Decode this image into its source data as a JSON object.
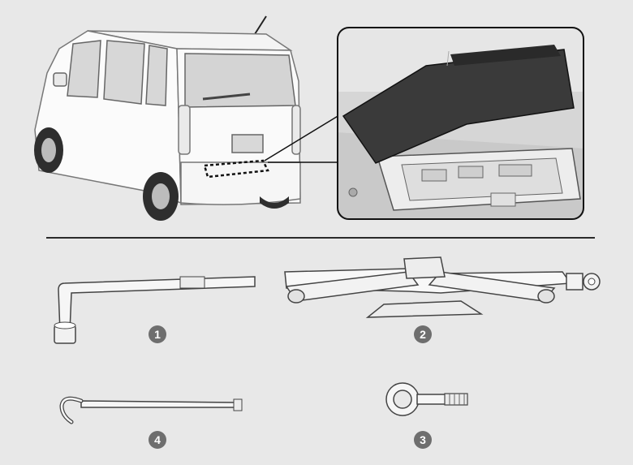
{
  "callouts": {
    "lug_wrench": "1",
    "jack": "2",
    "towing_hook": "3",
    "jack_handle": "4"
  }
}
